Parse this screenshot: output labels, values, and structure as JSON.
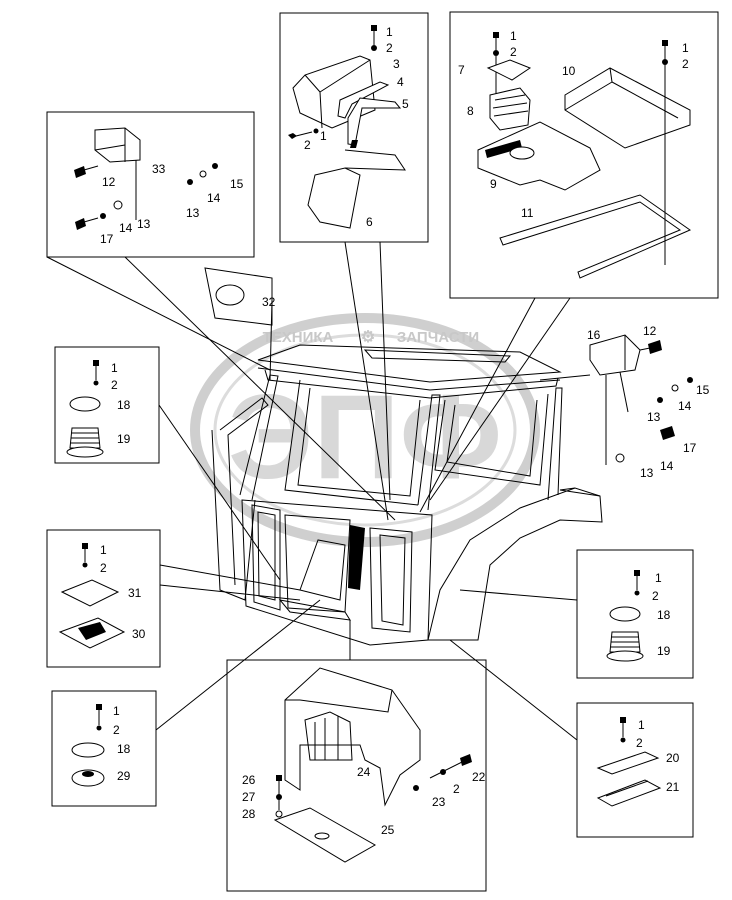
{
  "watermark": {
    "text_left": "ТЕХНИКА",
    "text_right": "ЗАПЧАСТИ",
    "logo": "ЭПФ"
  },
  "callouts": {
    "top_center": [
      "1",
      "2",
      "3",
      "4",
      "5",
      "2",
      "1",
      "6"
    ],
    "top_right": [
      "1",
      "2",
      "7",
      "8",
      "9",
      "10",
      "1",
      "2",
      "11"
    ],
    "upper_left": [
      "33",
      "12",
      "15",
      "14",
      "13",
      "17",
      "14",
      "13"
    ],
    "mirror": [
      "32"
    ],
    "right_mid": [
      "16",
      "12",
      "15",
      "14",
      "13",
      "17",
      "14",
      "13"
    ],
    "left_a": [
      "1",
      "2",
      "18",
      "19"
    ],
    "left_b": [
      "1",
      "2",
      "31",
      "30"
    ],
    "left_c": [
      "1",
      "2",
      "18",
      "29"
    ],
    "right_a": [
      "1",
      "2",
      "18",
      "19"
    ],
    "right_b": [
      "1",
      "2",
      "20",
      "21"
    ],
    "bottom": [
      "26",
      "27",
      "28",
      "24",
      "22",
      "2",
      "23",
      "25"
    ]
  }
}
